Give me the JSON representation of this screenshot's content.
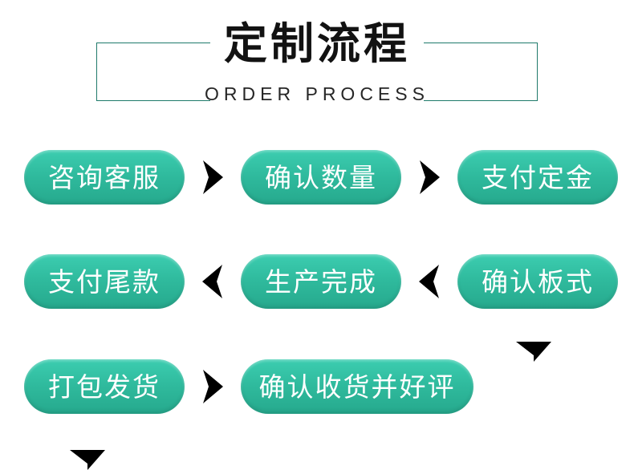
{
  "header": {
    "title_cn": "定制流程",
    "title_en": "ORDER PROCESS",
    "frame_color": "#1f7a6b",
    "title_color": "#121212"
  },
  "theme": {
    "pill_gradient_top": "#3ccdb0",
    "pill_gradient_mid": "#2fba9d",
    "pill_gradient_bottom": "#26a98d",
    "pill_text_color": "#ffffff",
    "arrow_color": "#000000",
    "background": "#ffffff"
  },
  "flow": {
    "rows": [
      {
        "direction": "right",
        "steps": [
          {
            "label": "咨询客服",
            "width": "w200"
          },
          {
            "label": "确认数量",
            "width": "w200"
          },
          {
            "label": "支付定金",
            "width": "w200"
          }
        ],
        "connector_icons": [
          "arrow-right-icon",
          "arrow-right-icon"
        ]
      },
      {
        "direction": "left",
        "steps": [
          {
            "label": "支付尾款",
            "width": "w200"
          },
          {
            "label": "生产完成",
            "width": "w200"
          },
          {
            "label": "确认板式",
            "width": "w200"
          }
        ],
        "connector_icons": [
          "arrow-left-icon",
          "arrow-left-icon"
        ]
      },
      {
        "direction": "right",
        "steps": [
          {
            "label": "打包发货",
            "width": "w200"
          },
          {
            "label": "确认收货并好评",
            "width": "w290"
          }
        ],
        "connector_icons": [
          "arrow-right-icon"
        ]
      }
    ],
    "vertical_connectors": [
      {
        "icon": "arrow-down-icon",
        "position": "right",
        "between": "row-1-to-row-2"
      },
      {
        "icon": "arrow-down-icon",
        "position": "left",
        "between": "row-2-to-row-3"
      }
    ]
  }
}
